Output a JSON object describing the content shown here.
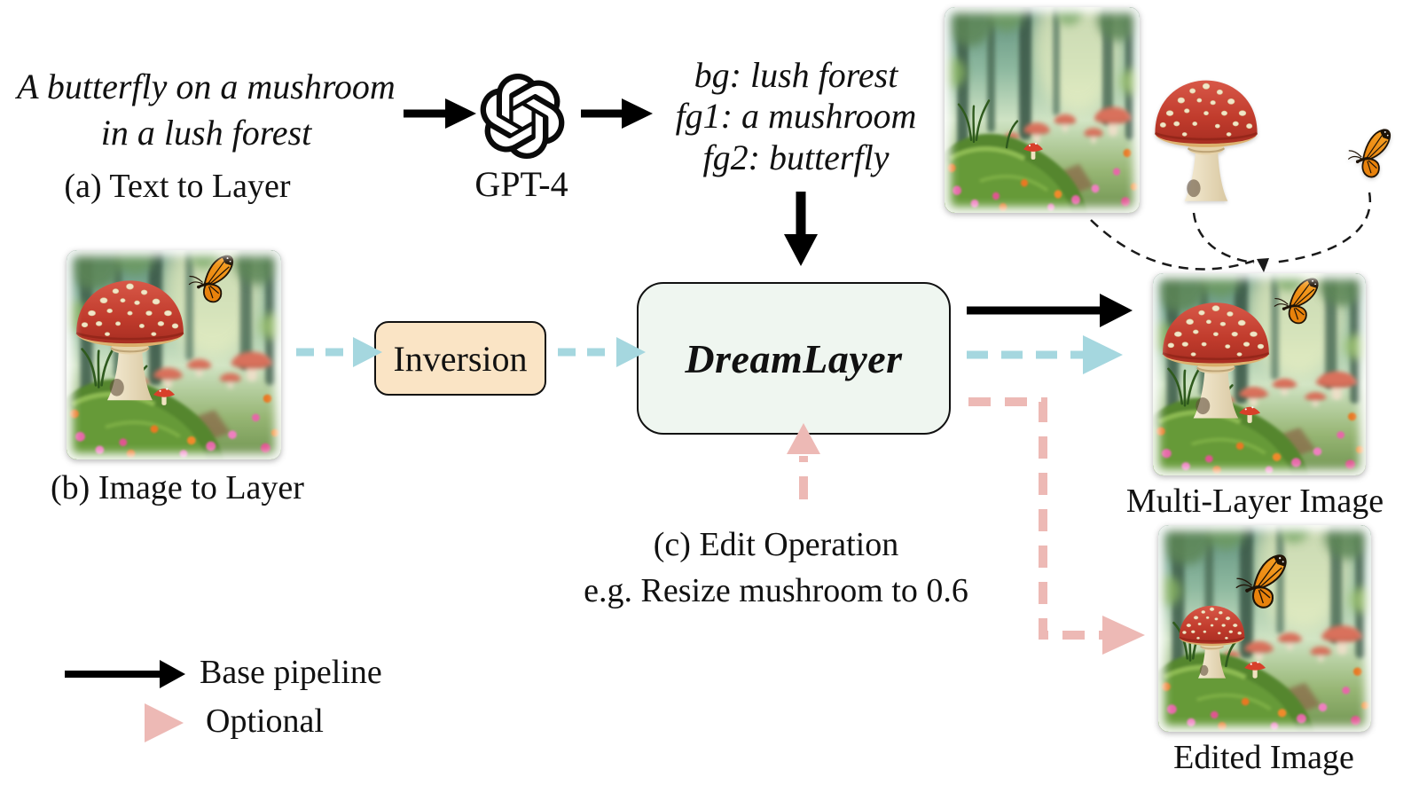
{
  "figure": {
    "prompt": {
      "line1": "A butterfly on a mushroom",
      "line2": "in a lush forest"
    },
    "caption_a": "(a) Text to Layer",
    "gpt": {
      "label": "GPT-4",
      "icon": "openai-logo"
    },
    "layer_prompt": {
      "bg": "bg: lush forest",
      "fg1": "fg1: a mushroom",
      "fg2": "fg2: butterfly"
    },
    "caption_b": "(b) Image to Layer",
    "inversion_label": "Inversion",
    "dreamlayer_label": "DreamLayer",
    "edit_operation": {
      "line1": "(c) Edit Operation",
      "line2": "e.g. Resize mushroom to 0.6"
    },
    "multi_layer_caption": "Multi-Layer Image",
    "edited_caption": "Edited Image",
    "legend": {
      "base": "Base pipeline",
      "optional": "Optional"
    },
    "images": {
      "input": "butterfly on a red-cap mushroom in a lush forest",
      "background_layer": "lush forest background layer",
      "mushroom_layer": "mushroom cutout layer",
      "butterfly_layer": "butterfly cutout layer",
      "multi_layer": "composed multi-layer image of butterfly on mushroom",
      "edited": "edited image with mushroom resized to 0.6"
    },
    "colors": {
      "optional_blue": "#A5D7DF",
      "optional_pink": "#EDB9B5",
      "inversion_fill": "#FAE4C5",
      "dreamlayer_fill": "#EFF6F0",
      "base_arrow": "#000000"
    }
  }
}
